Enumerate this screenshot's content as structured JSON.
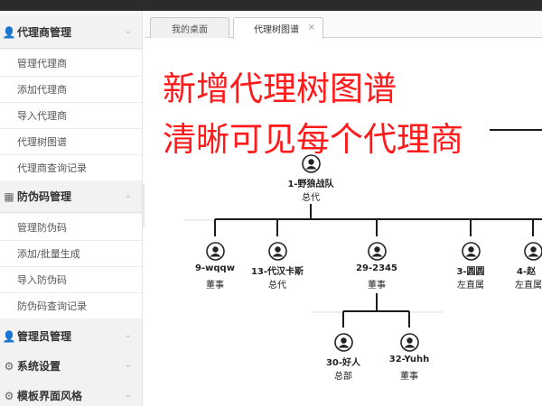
{
  "sidebar": {
    "sections": [
      {
        "label": "代理商管理",
        "icon": "user-icon",
        "items": [
          "管理代理商",
          "添加代理商",
          "导入代理商",
          "代理树图谱",
          "代理商查询记录"
        ]
      },
      {
        "label": "防伪码管理",
        "icon": "card-icon",
        "items": [
          "管理防伪码",
          "添加/批量生成",
          "导入防伪码",
          "防伪码查询记录"
        ]
      },
      {
        "label": "管理员管理",
        "icon": "admin-icon",
        "items": []
      },
      {
        "label": "系统设置",
        "icon": "gear-icon",
        "items": []
      },
      {
        "label": "模板界面风格",
        "icon": "gear-icon",
        "items": []
      }
    ]
  },
  "tabs": {
    "home": "我的桌面",
    "active": "代理树图谱",
    "close": "×"
  },
  "overlay": {
    "line1": "新增代理树图谱",
    "line2": "清晰可见每个代理商"
  },
  "tree": {
    "root": {
      "name": "1-野狼战队",
      "role": "总代"
    },
    "level1": [
      {
        "name": "9-wqqw",
        "role": "董事"
      },
      {
        "name": "13-代汉卡斯",
        "role": "总代"
      },
      {
        "name": "29-2345",
        "role": "董事"
      },
      {
        "name": "3-圆圆",
        "role": "左直属"
      },
      {
        "name": "4-赵",
        "role": "左直属"
      }
    ],
    "level2": [
      {
        "name": "30-好人",
        "role": "总部"
      },
      {
        "name": "32-Yuhh",
        "role": "董事"
      }
    ]
  }
}
